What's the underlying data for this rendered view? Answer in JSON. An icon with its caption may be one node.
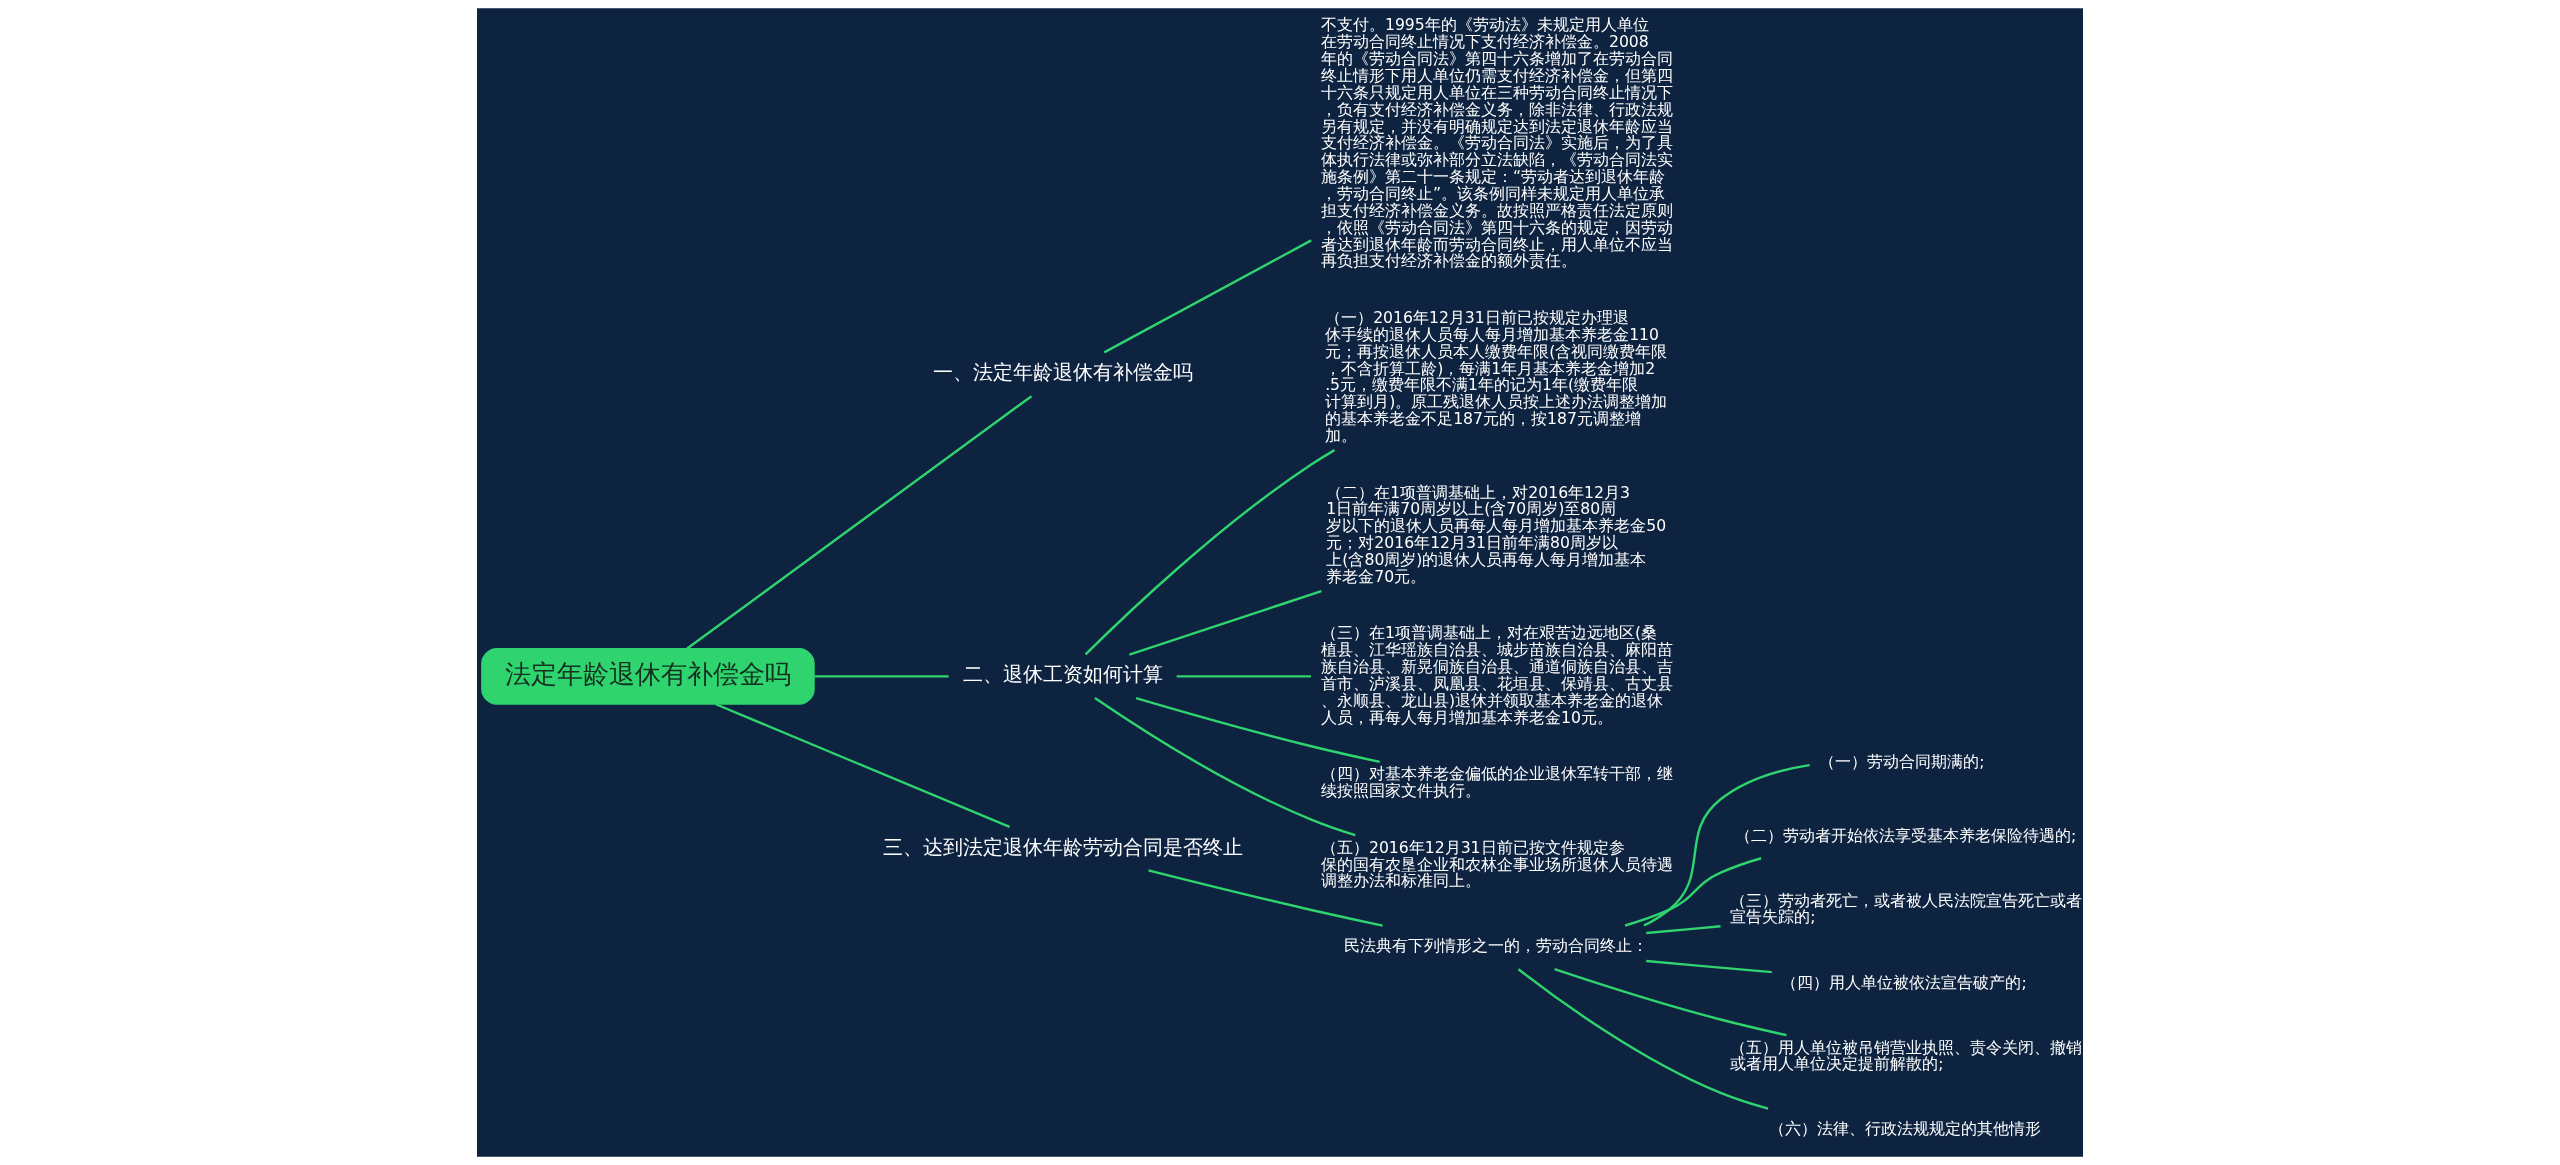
{
  "diagram": {
    "nodes": [
      {
        "text": [
          "法定年龄退休有补偿金吗"
        ]
      },
      {
        "text": [
          "一、法定年龄退休有补偿金吗"
        ]
      },
      {
        "text": [
          "不支付。1995年的《劳动法》未规定用人单位在劳动合同终止情况下支付经济补偿金。2008年的《劳动合同法》第四十六条增加了在劳动合同终止情形下用人单位仍需支付经济补偿金，但第四十六条只规定用人单位在三种劳动合同终止情况下，负有支付经济补偿金义务，除非法律、行政法规另有规定，并没有明确规定达到法定退休年龄应当支付经济补偿金。《劳动合同法》实施后，为了具体执行法律或弥补部分立法缺陷，《劳动合同法实施条例》第二十一条规定：“劳动者达到退休年龄，劳动合同终止”。该条例同样未规定用人单位承担支付经济补偿金义务。故按照严格责任法定原则，依照《劳动合同法》第四十六条的规定，因劳动者达到退休年龄而劳动合同终止，用人单位不应当再负担支付经济补偿金的额外责任。"
        ]
      },
      {
        "text": [
          "二、退休工资如何计算"
        ]
      },
      {
        "text": [
          "（一）2016年12月31日前已按规定办理退休手续的退休人员每人每月增加基本养老金110元；再按退休人员本人缴费年限(含视同缴费年限，不含折算工龄)，每满1年月基本养老金增加2.5元，缴费年限不满1年的记为1年(缴费年限计算到月)。原工残退休人员按上述办法调整增加的基本养老金不足187元的，按187元调整增加。"
        ]
      },
      {
        "text": [
          "（二）在1项普调基础上，对2016年12月31日前年满70周岁以上(含70周岁)至80周岁以下的退休人员再每人每月增加基本养老金50元；对2016年12月31日前年满80周岁以上(含80周岁)的退休人员再每人每月增加基本养老金70元。"
        ]
      },
      {
        "text": [
          "（三）在1项普调基础上，对在艰苦边远地区(桑植县、江华瑶族自治县、城步苗族自治县、麻阳苗族自治县、新晃侗族自治县、通道侗族自治县、吉首市、泸溪县、凤凰县、花垣县、保靖县、古丈县、永顺县、龙山县)退休并领取基本养老金的退休人员，再每人每月增加基本养老金10元。"
        ]
      },
      {
        "text": [
          "（四）对基本养老金偏低的企业退休军转干部，继续按照国家文件执行。"
        ]
      },
      {
        "text": [
          "（五）2016年12月31日前已按文件规定参保的国有农垦企业和农林企事业场所退休人员待遇调整办法和标准同上。"
        ]
      },
      {
        "text": [
          "三、达到法定退休年龄劳动合同是否终止"
        ]
      },
      {
        "text": [
          "民法典有下列情形之一的，劳动合同终止："
        ]
      },
      {
        "text": [
          "（一）劳动合同期满的;"
        ]
      },
      {
        "text": [
          "（二）劳动者开始依法享受基本养老保险待遇的;"
        ]
      },
      {
        "text": [
          "（三）劳动者死亡，或者被人民法院宣告死亡或者宣告失踪的;"
        ]
      },
      {
        "text": [
          "（四）用人单位被依法宣告破产的;"
        ]
      },
      {
        "text": [
          "（五）用人单位被吊销营业执照、责令关闭、撤销或者用人单位决定提前解散的;"
        ]
      },
      {
        "text": [
          "（六）法律、行政法规规定的其他情形"
        ]
      }
    ],
    "edges": [
      {
        "from": 0,
        "to": 1,
        "arrow": "none"
      },
      {
        "from": 1,
        "to": 2,
        "arrow": "none"
      },
      {
        "from": 0,
        "to": 3,
        "arrow": "none"
      },
      {
        "from": 3,
        "to": 4,
        "arrow": "none"
      },
      {
        "from": 3,
        "to": 5,
        "arrow": "none"
      },
      {
        "from": 3,
        "to": 6,
        "arrow": "none"
      },
      {
        "from": 3,
        "to": 7,
        "arrow": "none"
      },
      {
        "from": 3,
        "to": 8,
        "arrow": "none"
      },
      {
        "from": 0,
        "to": 9,
        "arrow": "none"
      },
      {
        "from": 9,
        "to": 10,
        "arrow": "none"
      },
      {
        "from": 10,
        "to": 11,
        "arrow": "none"
      },
      {
        "from": 10,
        "to": 12,
        "arrow": "none"
      },
      {
        "from": 10,
        "to": 13,
        "arrow": "none"
      },
      {
        "from": 10,
        "to": 14,
        "arrow": "none"
      },
      {
        "from": 10,
        "to": 15,
        "arrow": "none"
      },
      {
        "from": 10,
        "to": 16,
        "arrow": "none"
      }
    ]
  }
}
